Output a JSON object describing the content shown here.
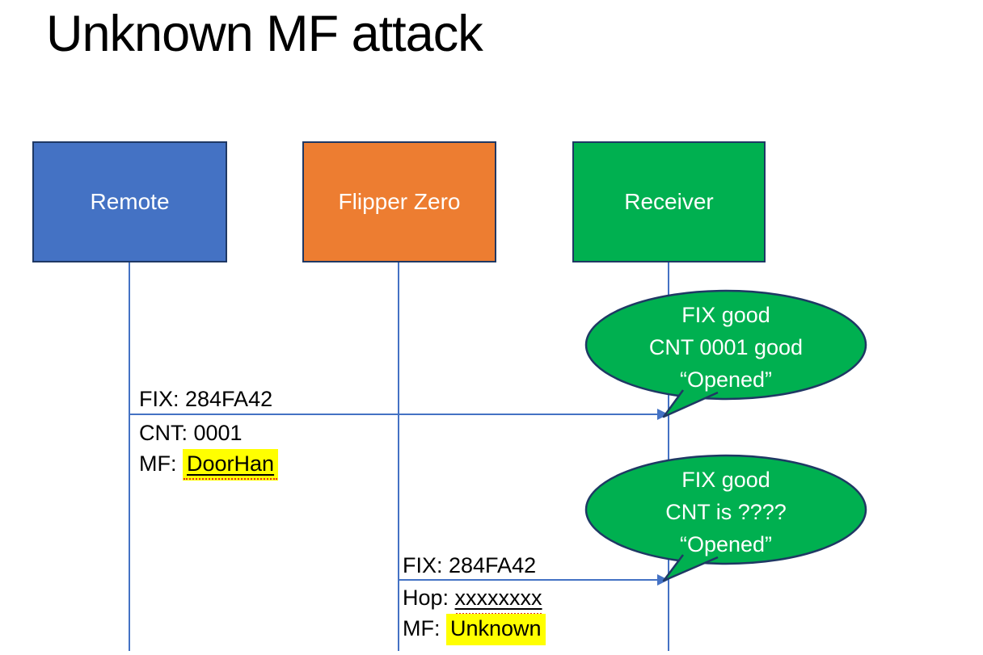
{
  "title": "Unknown MF attack",
  "actors": [
    {
      "id": "remote",
      "label": "Remote",
      "color": "#4472C4"
    },
    {
      "id": "flipper-zero",
      "label": "Flipper Zero",
      "color": "#ED7D31"
    },
    {
      "id": "receiver",
      "label": "Receiver",
      "color": "#00B050"
    }
  ],
  "messages": [
    {
      "from": "remote",
      "to": "receiver",
      "label_above": "FIX: 284FA42",
      "line2": "CNT: 0001",
      "line3_prefix": "MF: ",
      "line3_value": "DoorHan",
      "line3_value_style": "yellow-highlight, underline, red-squiggle"
    },
    {
      "from": "flipper-zero",
      "to": "receiver",
      "label_above": "FIX: 284FA42",
      "line2_prefix": "Hop: ",
      "line2_value": "xxxxxxxx",
      "line2_value_style": "underline, red-squiggle",
      "line3_prefix": "MF: ",
      "line3_value": "Unknown",
      "line3_value_style": "yellow-highlight"
    }
  ],
  "bubbles": [
    {
      "speaker": "receiver",
      "lines": [
        "FIX good",
        "CNT 0001 good",
        "“Opened”"
      ]
    },
    {
      "speaker": "receiver",
      "lines": [
        "FIX good",
        "CNT is ????",
        "“Opened”"
      ]
    }
  ],
  "colors": {
    "actor_remote_fill": "#4472C4",
    "actor_flipper_fill": "#ED7D31",
    "actor_receiver_fill": "#00B050",
    "shape_border": "#1F3864",
    "bubble_fill": "#00B050",
    "connector_line": "#4472C4",
    "highlight": "#FFFF00",
    "squiggle": "#E0301E",
    "text_dark": "#000000",
    "text_light": "#FFFFFF"
  }
}
